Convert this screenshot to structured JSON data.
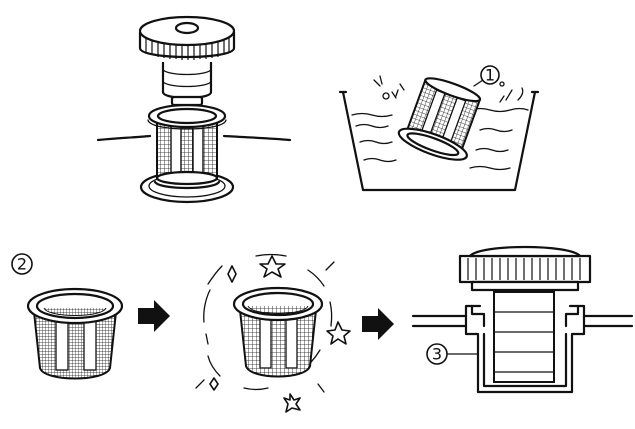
{
  "steps": [
    {
      "number": "1",
      "description": ""
    },
    {
      "number": "2",
      "description": ""
    },
    {
      "number": "3",
      "description": ""
    }
  ],
  "colors": {
    "line": "#111111",
    "background": "#ffffff",
    "arrow": "#111111"
  },
  "icons": {
    "cap": "knurled-cap-icon",
    "filter": "mesh-filter-basket-icon",
    "arrow": "right-arrow-icon",
    "sparkle": "sparkle-star-icon"
  }
}
